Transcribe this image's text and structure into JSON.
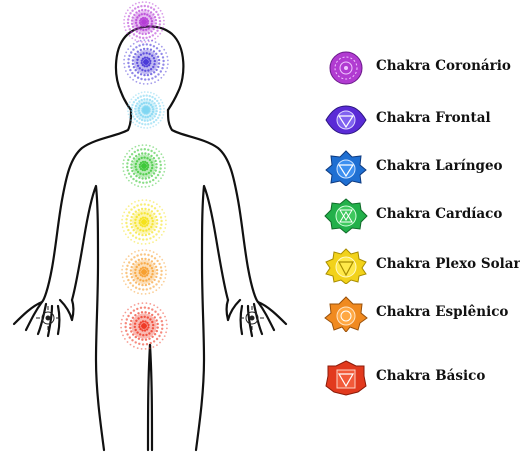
{
  "legend": {
    "items": [
      {
        "label": "Chakra Coronário",
        "icon": "crown-chakra-icon",
        "color": "#b13bd1"
      },
      {
        "label": "Chakra Frontal",
        "icon": "third-eye-chakra-icon",
        "color": "#5a2bd6"
      },
      {
        "label": "Chakra Laríngeo",
        "icon": "throat-chakra-icon",
        "color": "#1f6fd2"
      },
      {
        "label": "Chakra Cardíaco",
        "icon": "heart-chakra-icon",
        "color": "#22b04a"
      },
      {
        "label": "Chakra Plexo Solar",
        "icon": "solar-plexus-chakra-icon",
        "color": "#f2d21a"
      },
      {
        "label": "Chakra Esplênico",
        "icon": "sacral-chakra-icon",
        "color": "#f08a20"
      },
      {
        "label": "Chakra Básico",
        "icon": "root-chakra-icon",
        "color": "#e23a1e"
      }
    ]
  },
  "figure": {
    "body_chakras": [
      {
        "name": "crown",
        "color": "#b53dd6"
      },
      {
        "name": "third-eye",
        "color": "#4a3ad8"
      },
      {
        "name": "throat",
        "color": "#7fd6f2"
      },
      {
        "name": "heart",
        "color": "#3ec83a"
      },
      {
        "name": "solar-plexus",
        "color": "#f5e21c"
      },
      {
        "name": "sacral",
        "color": "#f7a030"
      },
      {
        "name": "root",
        "color": "#ef3a26"
      }
    ]
  }
}
